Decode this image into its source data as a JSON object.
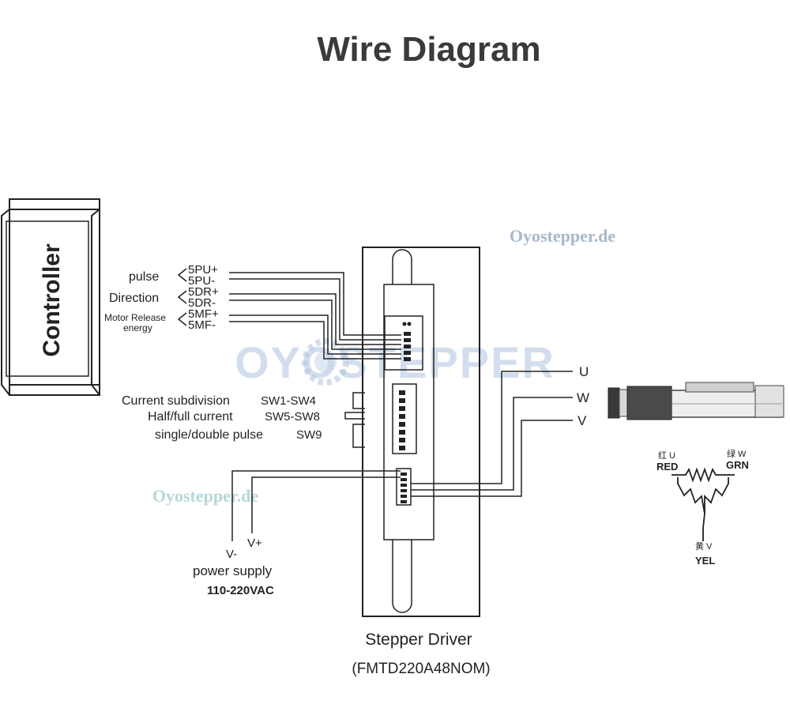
{
  "title": "Wire Diagram",
  "watermarks": {
    "top_right": "Oyostepper.de",
    "center_logo": "OYOSTEPPER",
    "left": "Oyostepper.de"
  },
  "controller": {
    "label": "Controller"
  },
  "signals": [
    {
      "group": "pulse",
      "pins": [
        "5PU+",
        "5PU-"
      ]
    },
    {
      "group": "Direction",
      "pins": [
        "5DR+",
        "5DR-"
      ]
    },
    {
      "group": "Motor Release",
      "group_line2": "energy",
      "pins": [
        "5MF+",
        "5MF-"
      ]
    }
  ],
  "switches": [
    {
      "name": "Current subdivision",
      "code": "SW1-SW4"
    },
    {
      "name": "Half/full current",
      "code": "SW5-SW8"
    },
    {
      "name": "single/double pulse",
      "code": "SW9"
    }
  ],
  "power": {
    "v_minus": "V-",
    "v_plus": "V+",
    "label": "power supply",
    "voltage": "110-220VAC"
  },
  "driver": {
    "name": "Stepper Driver",
    "model": "(FMTD220A48NOM)"
  },
  "motor_outputs": [
    "U",
    "W",
    "V"
  ],
  "winding": {
    "red_cn": "红 U",
    "red": "RED",
    "grn_cn": "绿 W",
    "grn": "GRN",
    "yel_cn": "黄 V",
    "yel": "YEL"
  },
  "colors": {
    "line": "#222222",
    "title": "#3a3a3a",
    "watermark_text": "#9fb0c4",
    "watermark_logo": "#b8c8e0"
  }
}
